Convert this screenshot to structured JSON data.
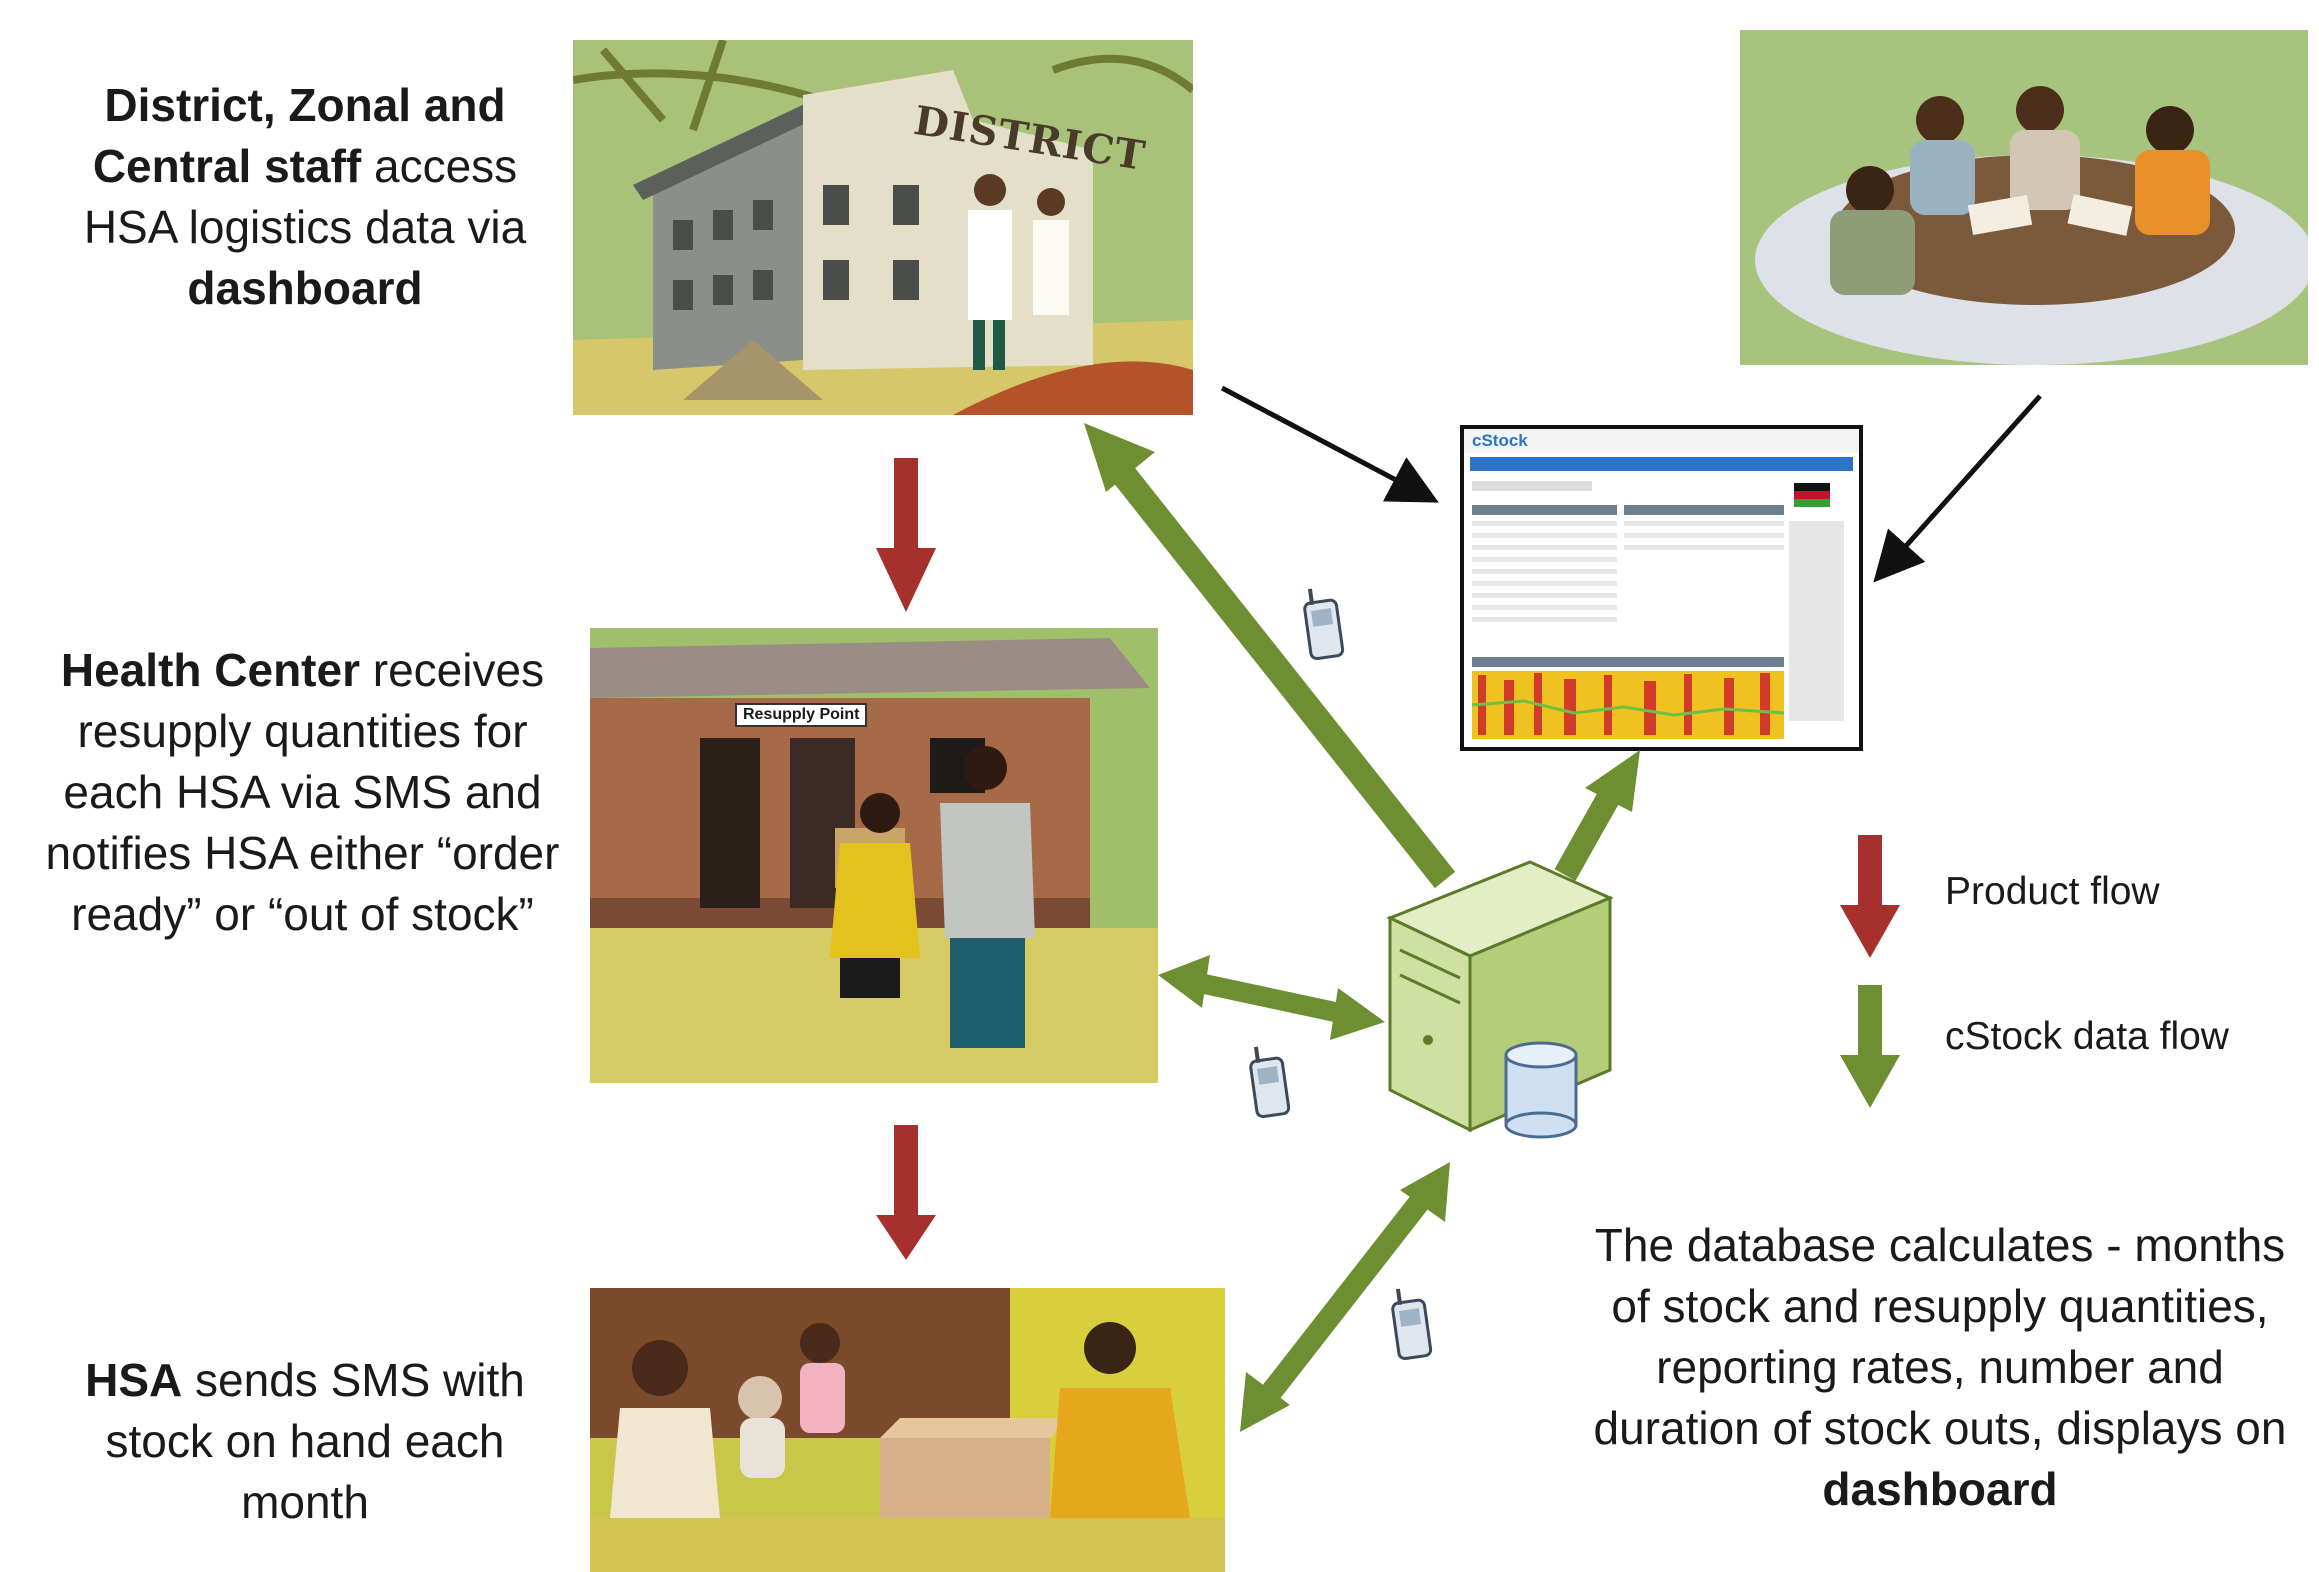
{
  "labels": {
    "district": {
      "bold": "District, Zonal and Central staff",
      "plain": "access HSA logistics data via",
      "bold_end": "dashboard"
    },
    "health_center": {
      "bold": "Health Center",
      "plain": "receives resupply quantities for each HSA via SMS and notifies HSA either “order ready” or “out of stock”"
    },
    "hsa": {
      "bold": "HSA",
      "plain": "sends SMS with stock on hand each month"
    },
    "database": {
      "plain": "The database calculates - months of stock and resupply quantities, reporting rates, number and duration of stock outs, displays on",
      "bold_end": "dashboard"
    }
  },
  "scenes": {
    "district_sign": "DISTRICT",
    "resupply_sign": "Resupply Point",
    "dashboard_brand": "cStock"
  },
  "legend": [
    {
      "label": "Product flow",
      "color": "#a5302c"
    },
    {
      "label": "cStock data flow",
      "color": "#6d8f32"
    }
  ],
  "colors": {
    "product_flow": "#a5302c",
    "data_flow": "#6d8f32",
    "server": "#cfe0a0"
  },
  "icons": [
    "phone-icon",
    "server-icon",
    "database-icon",
    "malawi-flag-icon"
  ]
}
